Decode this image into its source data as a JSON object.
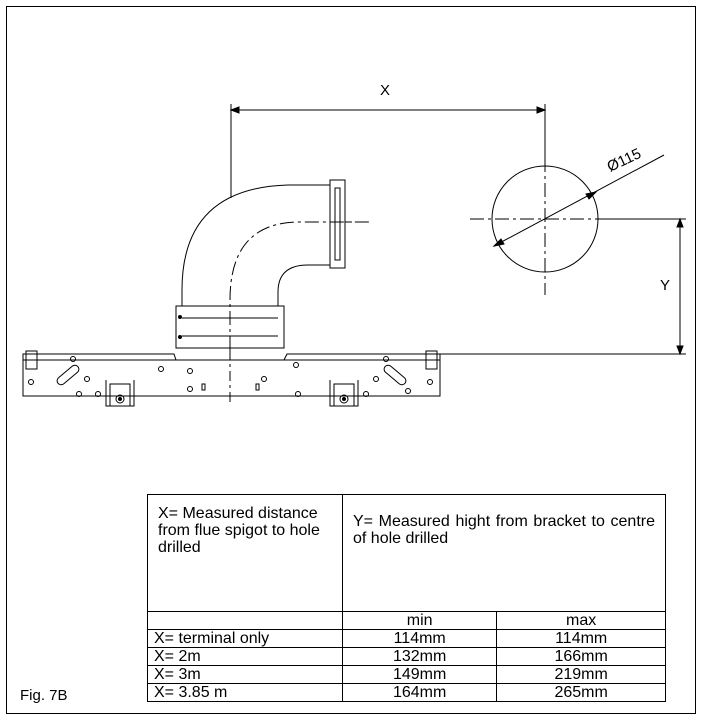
{
  "figure": {
    "caption": "Fig. 7B",
    "dimension_x": "X",
    "dimension_y": "Y",
    "diameter_label": "Ø115"
  },
  "table": {
    "x_header": "X= Measured distance from flue spigot to hole drilled",
    "y_header": "Y= Measured hight from bracket to centre of hole drilled",
    "col_min": "min",
    "col_max": "max",
    "rows": [
      {
        "label": "X= terminal only",
        "min": "114mm",
        "max": "114mm"
      },
      {
        "label": "X= 2m",
        "min": "132mm",
        "max": "166mm"
      },
      {
        "label": "X= 3m",
        "min": "149mm",
        "max": "219mm"
      },
      {
        "label": "X= 3.85 m",
        "min": "164mm",
        "max": "265mm"
      }
    ]
  }
}
